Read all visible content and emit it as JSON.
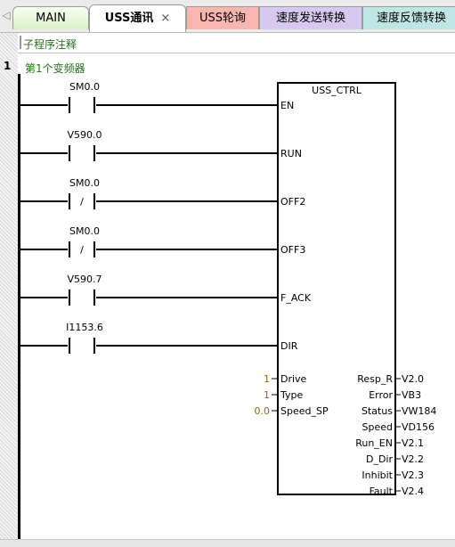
{
  "tabs": {
    "main": "MAIN",
    "uss": "USS通讯",
    "close": "×",
    "poll": "USS轮询",
    "speed_send": "速度发送转换",
    "speed_feedback": "速度反馈转换"
  },
  "editor": {
    "comment": "子程序注释",
    "network_number": "1",
    "network_title": "第1个变频器"
  },
  "block": {
    "name": "USS_CTRL",
    "inputs": [
      {
        "contact": "SM0.0",
        "negated": false,
        "pin": "EN"
      },
      {
        "contact": "V590.0",
        "negated": false,
        "pin": "RUN"
      },
      {
        "contact": "SM0.0",
        "negated": true,
        "pin": "OFF2"
      },
      {
        "contact": "SM0.0",
        "negated": true,
        "pin": "OFF3"
      },
      {
        "contact": "V590.7",
        "negated": false,
        "pin": "F_ACK"
      },
      {
        "contact": "I1153.6",
        "negated": false,
        "pin": "DIR"
      }
    ],
    "params": [
      {
        "value": "1",
        "pin": "Drive"
      },
      {
        "value": "1",
        "pin": "Type"
      },
      {
        "value": "0.0",
        "pin": "Speed_SP"
      }
    ],
    "outputs": [
      {
        "pin": "Resp_R",
        "value": "V2.0"
      },
      {
        "pin": "Error",
        "value": "VB3"
      },
      {
        "pin": "Status",
        "value": "VW184"
      },
      {
        "pin": "Speed",
        "value": "VD156"
      },
      {
        "pin": "Run_EN",
        "value": "V2.1"
      },
      {
        "pin": "D_Dir",
        "value": "V2.2"
      },
      {
        "pin": "Inhibit",
        "value": "V2.3"
      },
      {
        "pin": "Fault",
        "value": "V2.4"
      }
    ],
    "negated_symbol": "/"
  }
}
